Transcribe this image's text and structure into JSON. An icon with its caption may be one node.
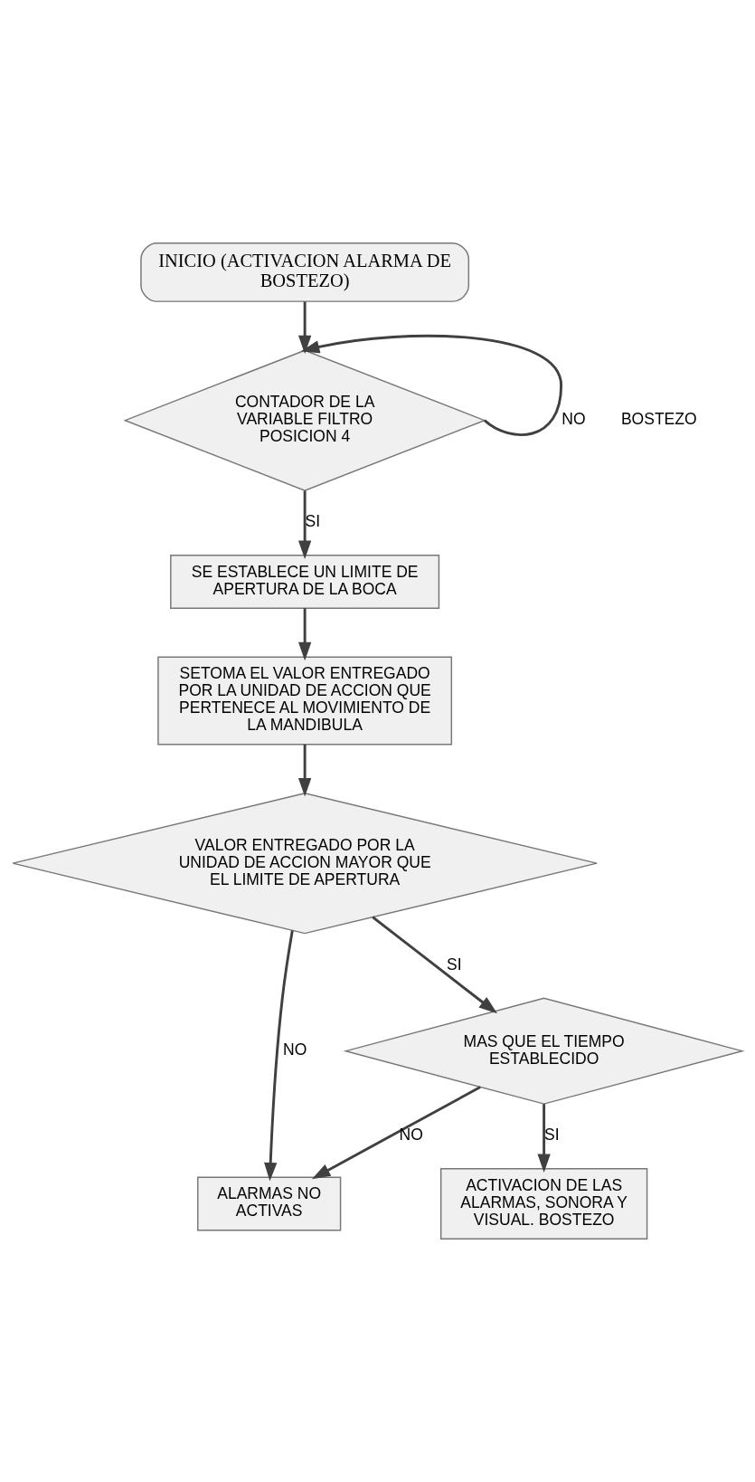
{
  "diagram": {
    "nodes": [
      {
        "text": [
          "INICIO (ACTIVACION ALARMA DE BOSTEZO)"
        ]
      },
      {
        "text": [
          "CONTADOR DE LA VARIABLE FILTRO POSICION 4"
        ]
      },
      {
        "text": [
          "SE ESTABLECE UN LIMITE DE APERTURA DE LA BOCA"
        ]
      },
      {
        "text": [
          "SETOMA EL VALOR ENTREGADO POR LA UNIDAD DE ACCION QUE PERTENECE AL MOVIMIENTO DE LA MANDIBULA"
        ]
      },
      {
        "text": [
          "VALOR ENTREGADO POR LA UNIDAD DE ACCION MAYOR QUE EL LIMITE DE APERTURA"
        ]
      },
      {
        "text": [
          "ALARMAS NO ACTIVAS"
        ]
      },
      {
        "text": [
          "MAS QUE EL TIEMPO ESTABLECIDO"
        ]
      },
      {
        "text": [
          "ACTIVACION DE LAS ALARMAS, SONORA Y VISUAL. BOSTEZO"
        ]
      }
    ],
    "edges": [
      {
        "from": 0,
        "to": 1,
        "arrow": "to"
      },
      {
        "from": 1,
        "to": 1,
        "label": "NO",
        "arrow": "to"
      },
      {
        "from": 1,
        "to": 2,
        "label": "SI",
        "arrow": "to"
      },
      {
        "from": 2,
        "to": 3,
        "arrow": "to"
      },
      {
        "from": 3,
        "to": 4,
        "arrow": "to"
      },
      {
        "from": 4,
        "to": 5,
        "label": "NO",
        "arrow": "to"
      },
      {
        "from": 4,
        "to": 6,
        "label": "SI",
        "arrow": "to"
      },
      {
        "from": 6,
        "to": 5,
        "label": "NO",
        "arrow": "to"
      },
      {
        "from": 6,
        "to": 7,
        "label": "SI",
        "arrow": "to"
      }
    ],
    "labels": [
      "BOSTEZO"
    ]
  }
}
